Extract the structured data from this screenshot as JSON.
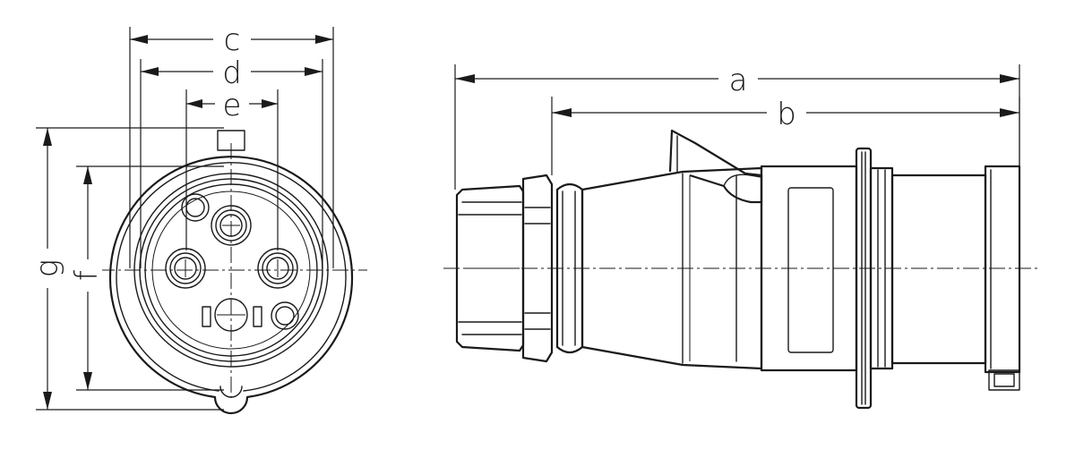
{
  "dimensions": {
    "a": "a",
    "b": "b",
    "c": "c",
    "d": "d",
    "e": "e",
    "f": "f",
    "g": "g"
  },
  "colors": {
    "line": "#1a1a1a",
    "background": "#ffffff"
  }
}
